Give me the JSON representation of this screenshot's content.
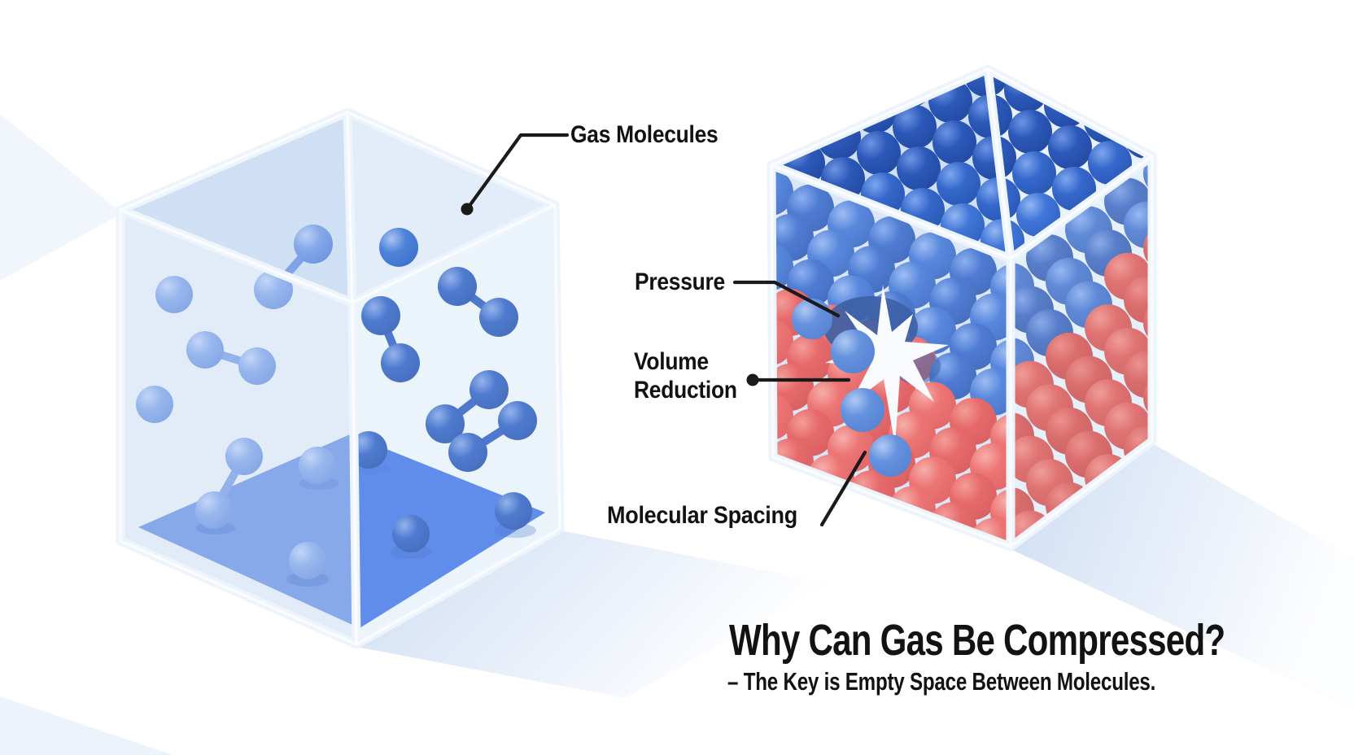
{
  "title": {
    "text": "Why Can Gas Be Compressed?",
    "subtitle": "– The Key is Empty Space Between Molecules."
  },
  "labels": {
    "gas_molecules": "Gas Molecules",
    "pressure": "Pressure",
    "volume_reduction_line1": "Volume",
    "volume_reduction_line2": "Reduction",
    "molecular_spacing": "Molecular Spacing"
  },
  "colors": {
    "background": "#ffffff",
    "text": "#121212",
    "leader_line": "#1a1a1a",
    "glass_blue": "#d9e7f7",
    "glass_edge": "#edf4fc",
    "floor_blue_left": "#7097e4",
    "floor_blue_right": "#4478e8",
    "molecule_blue_light": "#86a9ea",
    "molecule_blue_dark": "#2f62c6",
    "packed_blue": "#4076d8",
    "packed_blue_dark": "#2c59ba",
    "packed_red": "#f0605c",
    "packed_red_dark": "#de4b48",
    "burst_white": "#ffffff",
    "shadow_blue": "#dce7f5"
  }
}
